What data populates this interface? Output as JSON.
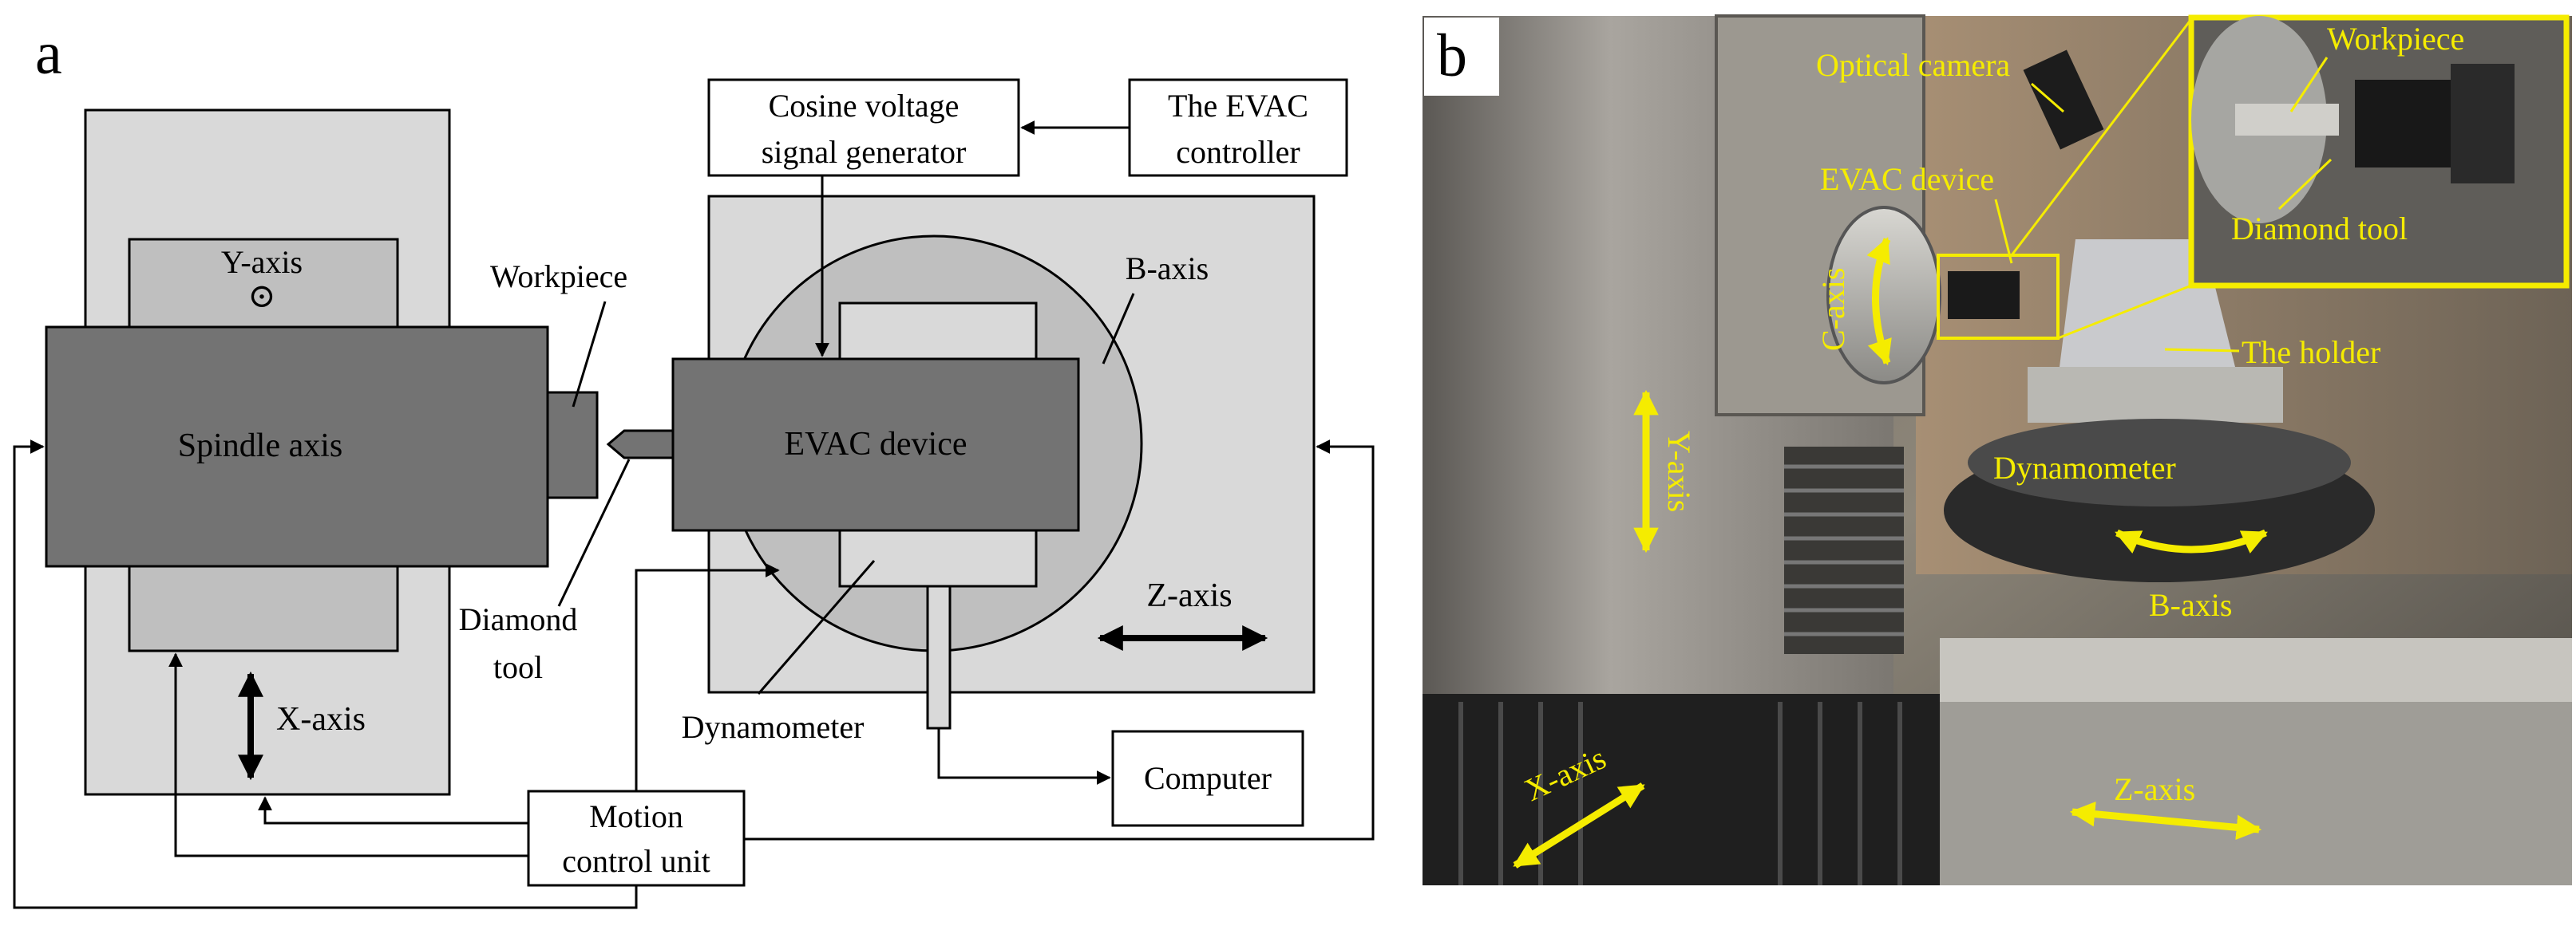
{
  "panel_a": {
    "letter": "a",
    "labels": {
      "y_axis": "Y-axis",
      "spindle": "Spindle axis",
      "workpiece": "Workpiece",
      "diamond_tool_line1": "Diamond",
      "diamond_tool_line2": "tool",
      "x_axis": "X-axis",
      "cosine_line1": "Cosine voltage",
      "cosine_line2": "signal generator",
      "evac_controller_line1": "The EVAC",
      "evac_controller_line2": "controller",
      "b_axis": "B-axis",
      "evac_device": "EVAC device",
      "dynamometer": "Dynamometer",
      "z_axis": "Z-axis",
      "computer": "Computer",
      "motion_line1": "Motion",
      "motion_line2": "control unit"
    },
    "symbol": "⊙"
  },
  "panel_b": {
    "letter": "b",
    "labels": {
      "optical_camera": "Optical camera",
      "evac_device": "EVAC device",
      "c_axis": "C-axis",
      "y_axis": "Y-axis",
      "x_axis": "X-axis",
      "dynamometer": "Dynamometer",
      "b_axis": "B-axis",
      "z_axis": "Z-axis",
      "holder": "The holder",
      "inset_workpiece": "Workpiece",
      "inset_diamond_tool": "Diamond tool"
    },
    "label_color": "#f5ec00"
  }
}
